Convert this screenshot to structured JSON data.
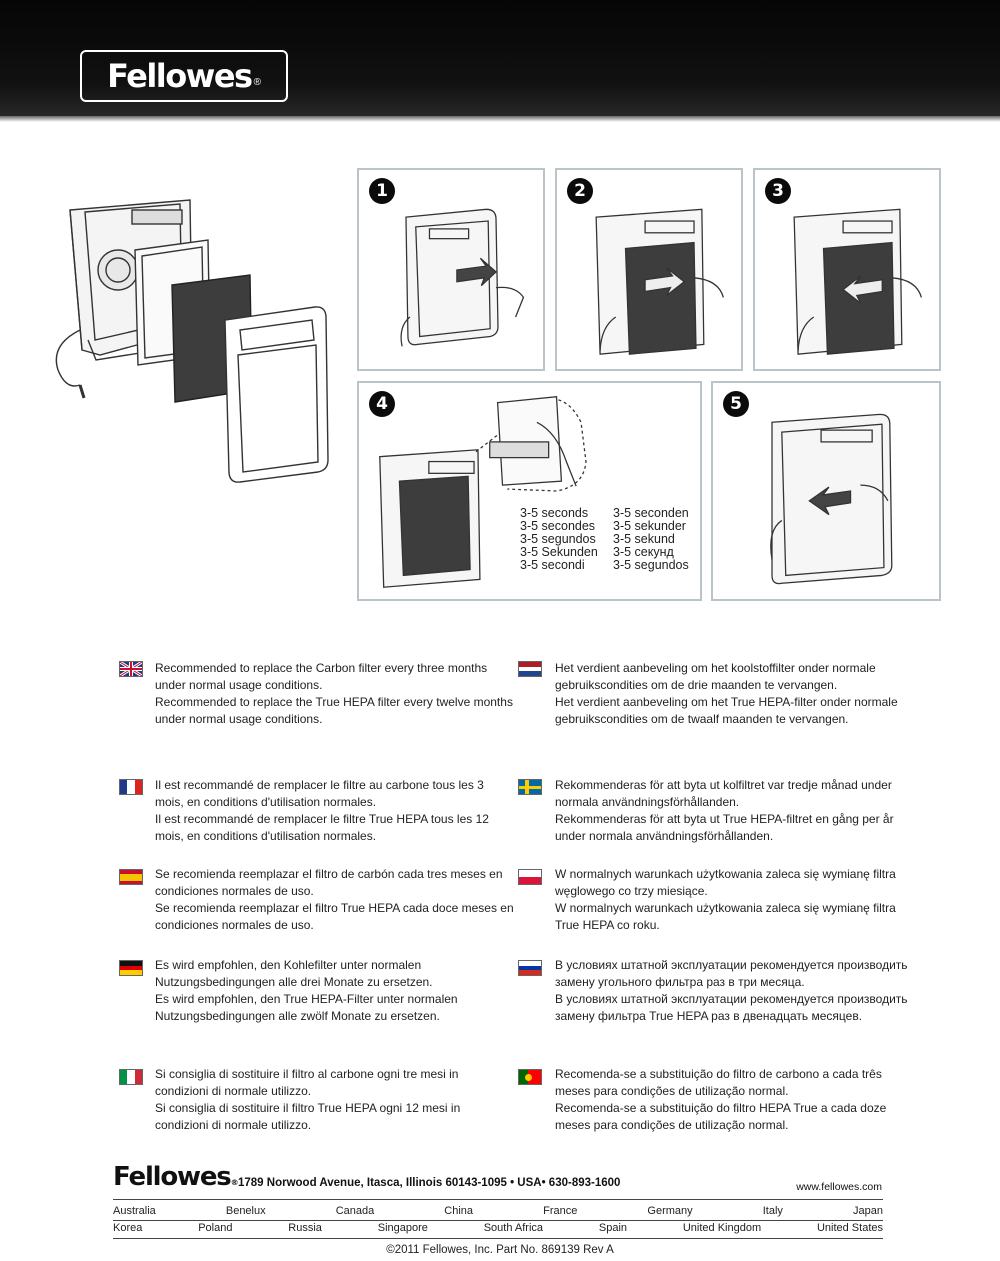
{
  "brand": {
    "name": "Fellowes",
    "registered": "®"
  },
  "steps": [
    {
      "number": "1"
    },
    {
      "number": "2"
    },
    {
      "number": "3"
    },
    {
      "number": "4",
      "durations_left": [
        "3-5 seconds",
        "3-5 secondes",
        "3-5 segundos",
        "3-5 Sekunden",
        "3-5 secondi"
      ],
      "durations_right": [
        "3-5 seconden",
        "3-5 sekunder",
        "3-5 sekund",
        "3-5 секунд",
        "3-5 segundos"
      ]
    },
    {
      "number": "5"
    }
  ],
  "notes": {
    "english": [
      "Recommended to replace the Carbon filter every three months under normal usage conditions.",
      "Recommended to replace the True HEPA filter every twelve months under normal usage conditions."
    ],
    "french": [
      "Il est recommandé de remplacer le filtre au carbone tous les 3 mois, en conditions d'utilisation normales.",
      "Il est recommandé de remplacer le filtre True HEPA tous les 12 mois, en conditions d'utilisation normales."
    ],
    "spanish": [
      "Se recomienda reemplazar el filtro de carbón cada tres meses en condiciones normales de uso.",
      "Se recomienda reemplazar el filtro True HEPA cada doce meses en condiciones normales de uso."
    ],
    "german": [
      "Es wird empfohlen, den Kohlefilter unter normalen Nutzungsbedingungen alle drei Monate zu ersetzen.",
      "Es wird empfohlen, den True HEPA-Filter unter normalen Nutzungsbedingungen alle zwölf Monate zu ersetzen."
    ],
    "italian": [
      "Si consiglia di sostituire il filtro al carbone ogni tre mesi in condizioni di normale utilizzo.",
      "Si consiglia di sostituire il filtro True HEPA ogni 12 mesi in condizioni di normale utilizzo."
    ],
    "dutch": [
      "Het verdient aanbeveling om het koolstoffilter onder normale gebruikscondities om de drie maanden te vervangen.",
      "Het verdient aanbeveling om het True HEPA-filter onder normale gebruikscondities om de twaalf maanden te vervangen."
    ],
    "swedish": [
      "Rekommenderas för att byta ut kolfiltret var tredje månad under normala användningsförhållanden.",
      "Rekommenderas för att byta ut True HEPA-filtret en gång per år under normala användningsförhållanden."
    ],
    "polish": [
      "W normalnych warunkach użytkowania zaleca się wymianę filtra węglowego co trzy miesiące.",
      "W normalnych warunkach użytkowania zaleca się wymianę filtra True HEPA co roku."
    ],
    "russian": [
      "В условиях штатной эксплуатации рекомендуется производить замену угольного фильтра раз в три месяца.",
      "В условиях штатной эксплуатации рекомендуется производить замену фильтра True HEPA раз в двенадцать месяцев."
    ],
    "portuguese": [
      "Recomenda-se a substituição do filtro de carbono a cada três meses para condições de utilização normal.",
      "Recomenda-se a substituição do filtro HEPA True a cada doze meses para condições de utilização normal."
    ]
  },
  "footer": {
    "address": "1789 Norwood Avenue, Itasca, Illinois 60143-1095 • USA• 630-893-1600",
    "website": "www.fellowes.com",
    "countries_row1": [
      "Australia",
      "Benelux",
      "Canada",
      "China",
      "France",
      "Germany",
      "Italy",
      "Japan"
    ],
    "countries_row2": [
      "Korea",
      "Poland",
      "Russia",
      "Singapore",
      "South Africa",
      "Spain",
      "United Kingdom",
      "United States"
    ],
    "copyright": "©2011 Fellowes, Inc. Part No. 869139 Rev A"
  }
}
